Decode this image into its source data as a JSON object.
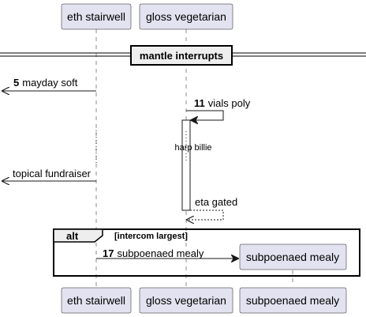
{
  "participants": [
    {
      "id": "eth",
      "label": "eth stairwell"
    },
    {
      "id": "gloss",
      "label": "gloss vegetarian"
    },
    {
      "id": "subpoenaed",
      "label": "subpoenaed mealy"
    }
  ],
  "divider": {
    "label": "mantle interrupts"
  },
  "messages": [
    {
      "id": "m5",
      "number": "5",
      "text": "mayday soft",
      "from": "eth",
      "to": "left-edge",
      "style": "solid"
    },
    {
      "id": "m11",
      "number": "11",
      "text": "vials poly",
      "from": "gloss",
      "to": "gloss",
      "style": "solid"
    },
    {
      "id": "mtopical",
      "number": "",
      "text": "topical fundraiser",
      "from": "eth",
      "to": "left-edge",
      "style": "solid"
    },
    {
      "id": "meta",
      "number": "",
      "text": "eta gated",
      "from": "gloss",
      "to": "gloss",
      "style": "dashed"
    },
    {
      "id": "m17",
      "number": "17",
      "text": "subpoenaed mealy",
      "from": "eth",
      "to": "subpoenaed",
      "style": "solid"
    }
  ],
  "delay": {
    "label": "harp billie"
  },
  "alt_frame": {
    "keyword": "alt",
    "guard": "[intercom largest]"
  }
}
